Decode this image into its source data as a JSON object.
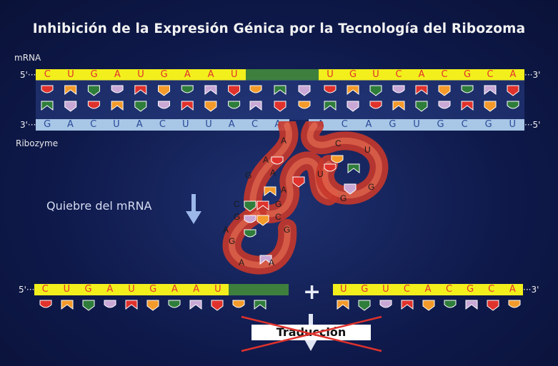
{
  "title": "Inhibición de la Expresión Génica por la Tecnología del Ribozoma",
  "labels": {
    "mrna": "mRNA",
    "ribozyme": "Ribozyme",
    "five_prime": "5'···",
    "three_prime": "3'···",
    "three_prime_end": "···3'",
    "five_prime_end": "···5'",
    "cleavage": "Quiebre del mRNA",
    "plus": "+",
    "translation": "Traducción"
  },
  "mrna_top": {
    "left": [
      "C",
      "U",
      "G",
      "A",
      "U",
      "G",
      "A",
      "A",
      "U"
    ],
    "right": [
      "U",
      "G",
      "U",
      "C",
      "A",
      "C",
      "G",
      "C",
      "A"
    ]
  },
  "ribozyme_strand": {
    "left": [
      "G",
      "A",
      "C",
      "U",
      "A",
      "C",
      "U",
      "U",
      "A",
      "C",
      "A"
    ],
    "right": [
      "A",
      "C",
      "A",
      "G",
      "U",
      "G",
      "C",
      "G",
      "U"
    ]
  },
  "ribozyme_loop_letters": [
    "A",
    "A",
    "G",
    "A",
    "A",
    "C",
    "G",
    "G",
    "C",
    "G",
    "A",
    "G",
    "A",
    "A",
    "C",
    "U",
    "U",
    "G",
    "G"
  ],
  "mrna_bottom": {
    "left": [
      "C",
      "U",
      "G",
      "A",
      "U",
      "G",
      "A",
      "A",
      "U"
    ],
    "right": [
      "U",
      "G",
      "U",
      "C",
      "A",
      "C",
      "G",
      "C",
      "A"
    ]
  },
  "colors": {
    "background": "#13205a",
    "mrna": "#f3ef1c",
    "ribozyme": "#a8c6e6",
    "cleavage_site": "#3e7f3e",
    "ribozyme_tube": "#e24a3a",
    "strike": "#e0322c"
  },
  "icons": [
    "down-arrow-icon",
    "cross-out-icon"
  ]
}
